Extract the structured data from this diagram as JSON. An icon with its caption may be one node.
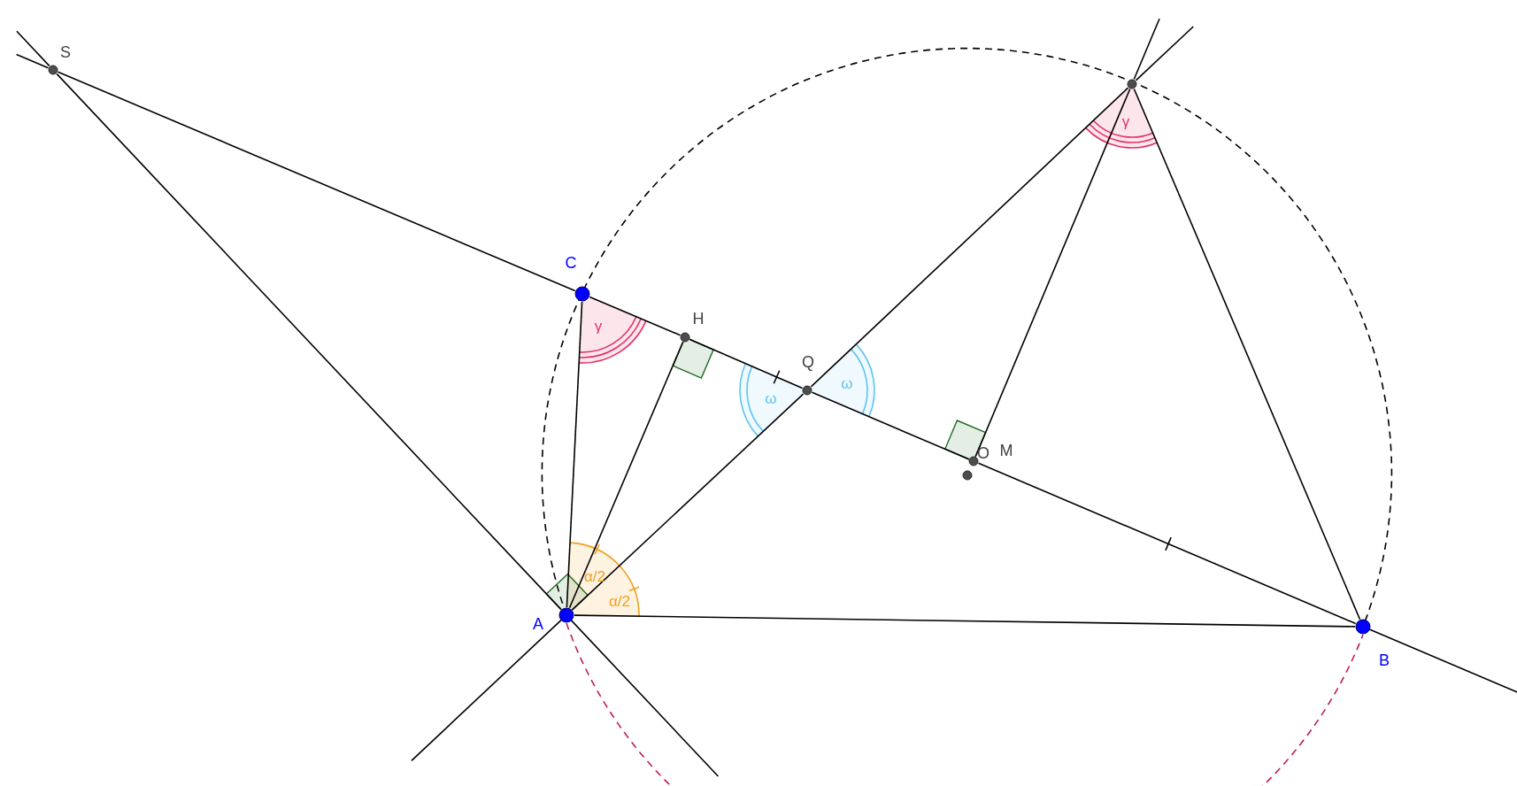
{
  "diagram": {
    "nodes": [
      {
        "text": [
          "S"
        ]
      },
      {
        "text": [],
        "shape": "circle"
      },
      {
        "text": [
          "C"
        ]
      },
      {
        "text": [
          "H"
        ]
      },
      {
        "text": [
          "Q"
        ]
      },
      {
        "text": [
          "M"
        ]
      },
      {
        "text": [
          "O"
        ]
      },
      {
        "text": [
          "A"
        ]
      },
      {
        "text": [
          "B"
        ]
      }
    ],
    "edges": [
      {
        "from": 0,
        "to": 2,
        "arrow": "none"
      },
      {
        "from": 2,
        "to": 3,
        "arrow": "none"
      },
      {
        "from": 3,
        "to": 4,
        "arrow": "none"
      },
      {
        "from": 4,
        "to": 5,
        "arrow": "none"
      },
      {
        "from": 5,
        "to": 8,
        "arrow": "none"
      },
      {
        "from": 0,
        "to": 7,
        "arrow": "none"
      },
      {
        "from": 7,
        "to": 2,
        "arrow": "none"
      },
      {
        "from": 7,
        "to": 3,
        "arrow": "none"
      },
      {
        "from": 7,
        "to": 4,
        "arrow": "none"
      },
      {
        "from": 4,
        "to": 1,
        "arrow": "none"
      },
      {
        "from": 7,
        "to": 8,
        "arrow": "none"
      },
      {
        "from": 1,
        "to": 8,
        "arrow": "none"
      },
      {
        "from": 5,
        "to": 1,
        "arrow": "none"
      },
      {
        "from": 7,
        "to": 8,
        "arrow": "none",
        "style": "dashed",
        "color": "#c2185b"
      }
    ],
    "labels": [
      "γ",
      "γ",
      "ω",
      "ω",
      "α/2",
      "α/2"
    ]
  }
}
